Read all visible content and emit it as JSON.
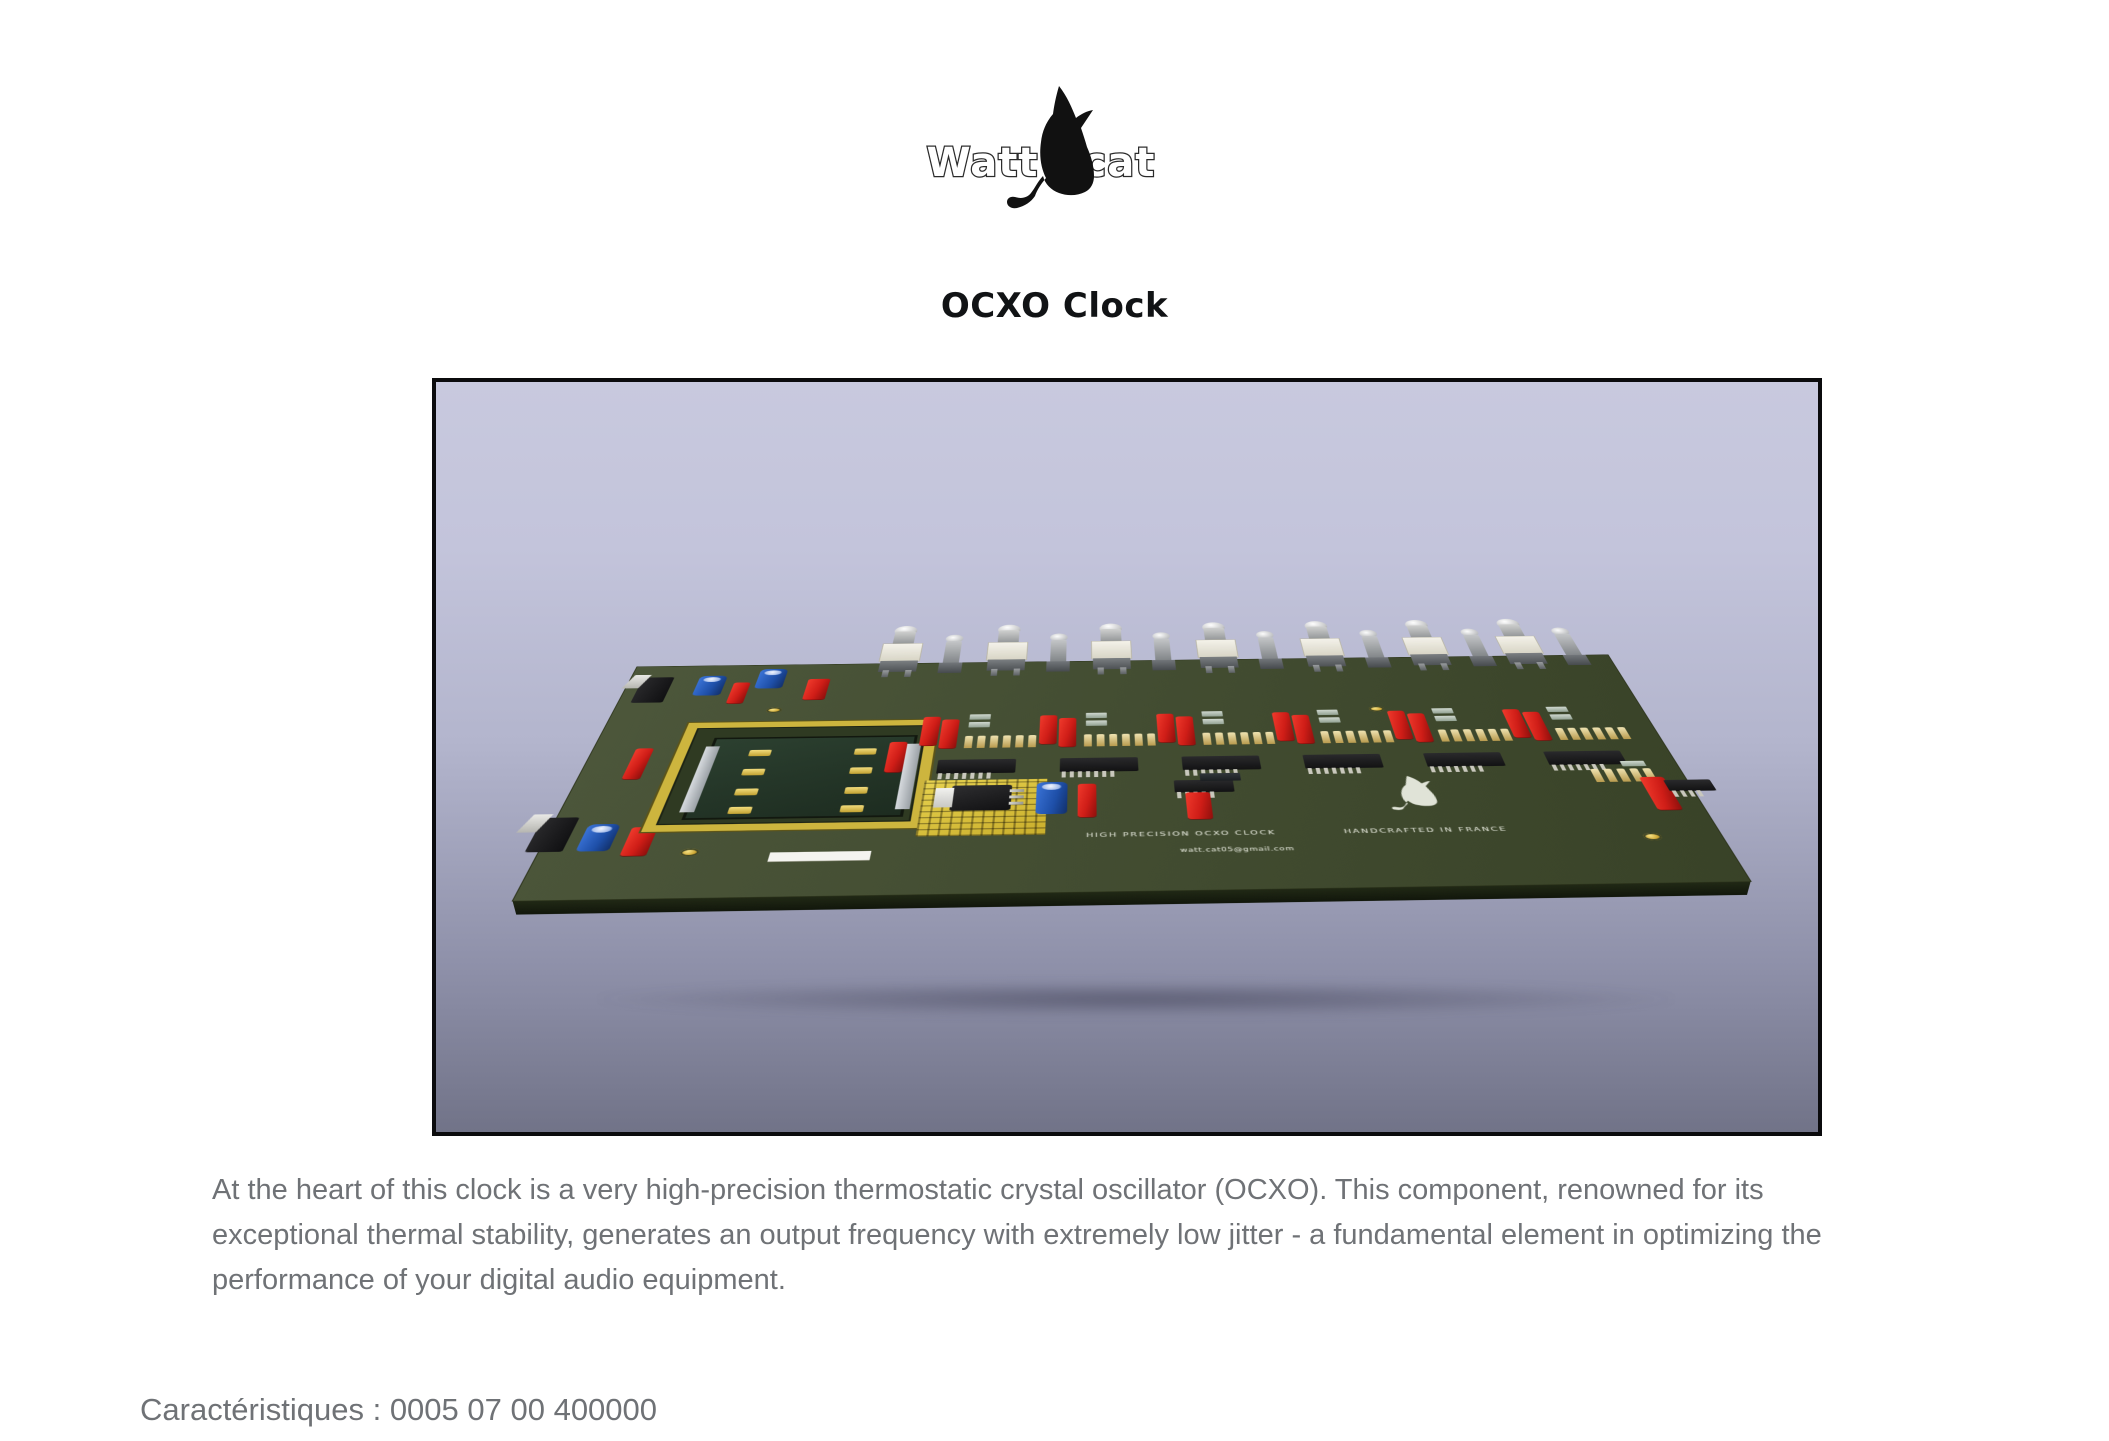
{
  "brand": {
    "word_left": "Watt",
    "word_right": "cat",
    "cat_icon": "cat-silhouette-icon"
  },
  "title": "OCXO Clock",
  "figure": {
    "alt": "3D render of the high precision OCXO clock printed circuit board",
    "board_silkscreen": {
      "line_left": "HIGH PRECISION OCXO CLOCK",
      "line_right": "HANDCRAFTED IN FRANCE",
      "email": "watt.cat05@gmail.com",
      "logo": "watt-cat-silkscreen-logo"
    },
    "colors": {
      "bg_top": "#c8c9de",
      "bg_bottom": "#717388",
      "frame": "#0b0b0d",
      "pcb_green": "#3f4a2c",
      "gold": "#cdb53e",
      "cap_red": "#cf1d17",
      "cap_blue": "#1e4fa8",
      "perf_yellow": "#d9c23d"
    }
  },
  "body": {
    "paragraph": "At the heart of this clock is  a  very high-precision thermostatic crystal oscillator (OCXO).  This component, renowned for its  exceptional thermal stability, generates an output frequency with extremely low jitter - a fundamental element in optimizing the performance of your digital audio equipment."
  },
  "footer": {
    "clipped_line": "Caractéristiques : 0005 07 00 400000"
  }
}
